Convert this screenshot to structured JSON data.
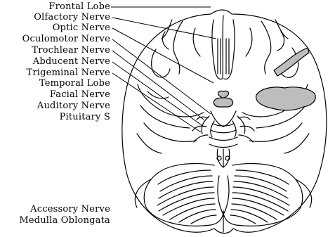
{
  "labels": {
    "frontal_lobe": "Frontal Lobe",
    "olfactory_nerve": "Olfactory Nerve",
    "optic_nerve": "Optic Nerve",
    "oculomotor_nerve": "Oculomotor Nerve",
    "trochlear_nerve": "Trochlear Nerve",
    "abducent_nerve": "Abducent Nerve",
    "trigeminal_nerve": "Trigeminal Nerve",
    "temporal_lobe": "Temporal Lobe",
    "facial_nerve": "Facial Nerve",
    "auditory_nerve": "Auditory Nerve",
    "pituitary": "Pituitary S",
    "accessory_nerve": "Accessory Nerve",
    "medulla_oblongata": "Medulla Oblongata"
  },
  "colors": {
    "outline": "#000000",
    "fill": "#ffffff",
    "highlight": "#bdbdbd"
  }
}
